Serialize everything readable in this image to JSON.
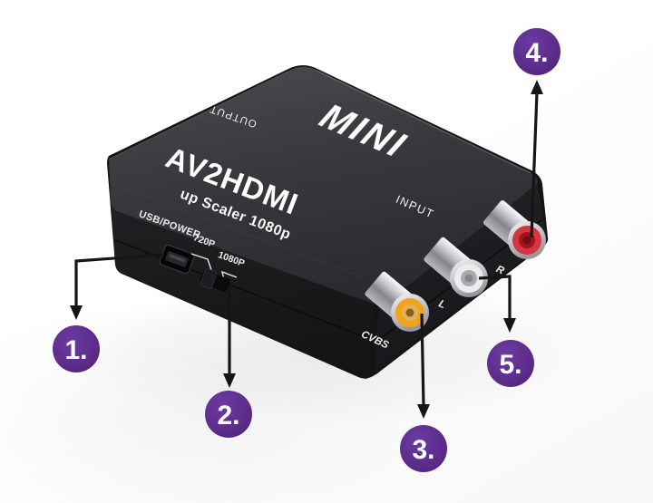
{
  "image_type": "annotated-product-diagram",
  "device": {
    "logo": "MINI",
    "title": "AV2HDMI",
    "subtitle": "up Scaler 1080p",
    "top_labels": {
      "output": "OUTPUT",
      "input": "INPUT"
    },
    "front_panel": {
      "usb_power": "USB/POWER",
      "mode_720": "720P",
      "mode_1080": "1080P"
    },
    "connectors": [
      {
        "id": "cvbs",
        "label": "CVBS",
        "ring_color": "#f0a41e",
        "inner_color": "#dfb35e",
        "hole_color": "#8a6015"
      },
      {
        "id": "audio-left",
        "label": "L",
        "ring_color": "#ececee",
        "inner_color": "#ababaf",
        "hole_color": "#87878b"
      },
      {
        "id": "audio-right",
        "label": "R",
        "ring_color": "#d4353e",
        "inner_color": "#9e151d",
        "hole_color": "#6b0d13"
      }
    ]
  },
  "callouts": [
    {
      "number": "1.",
      "points_to": "usb-power-port"
    },
    {
      "number": "2.",
      "points_to": "resolution-switch"
    },
    {
      "number": "3.",
      "points_to": "cvbs-connector"
    },
    {
      "number": "4.",
      "points_to": "audio-right-connector"
    },
    {
      "number": "5.",
      "points_to": "audio-left-connector"
    }
  ],
  "colors": {
    "accent_purple": "#5c2b8e",
    "arrow_black": "#151515",
    "device_top": "#3a3a3f",
    "device_side": "#19191c",
    "label_white": "#f2f2f2"
  }
}
